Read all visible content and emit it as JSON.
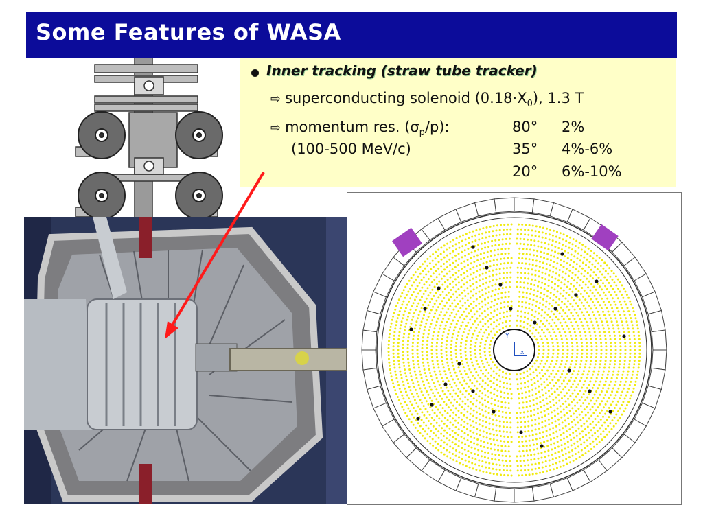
{
  "slide": {
    "title": "Some Features of WASA",
    "colors": {
      "title_bar": "#0c0c9a",
      "box": "#ffffc8",
      "heading": "#2f9a2f",
      "arrow": "#ff1a1a",
      "hits_yellow": "#f0ea10",
      "marker_purple": "#a040c0"
    }
  },
  "box": {
    "heading": "Inner tracking (straw tube tracker)",
    "line1": {
      "icon": "right-outline-arrow-icon",
      "text": "superconducting solenoid (0.18·X",
      "sub": "0",
      "tail": "), 1.3 T"
    },
    "line2": {
      "icon": "right-outline-arrow-icon",
      "pre": "momentum res. (",
      "sym": "σ",
      "sub": "p",
      "post": "/p):"
    },
    "line3": {
      "text": "(100-500 MeV/c)"
    },
    "table": [
      {
        "angle": "80°",
        "res": "2%"
      },
      {
        "angle": "35°",
        "res": "4%-6%"
      },
      {
        "angle": "20°",
        "res": "6%-10%"
      }
    ]
  },
  "event_display": {
    "axes": {
      "x": "x",
      "y": "Y"
    }
  }
}
